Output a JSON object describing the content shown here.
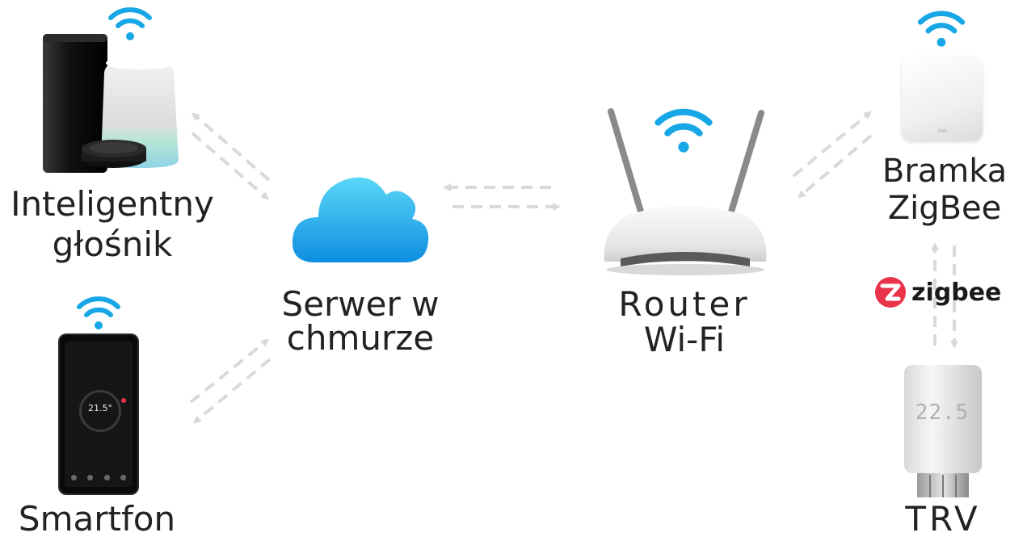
{
  "colors": {
    "wifi": "#18a7e6",
    "cloud_top": "#5ad6f7",
    "cloud_bottom": "#0e8ee0",
    "arrow": "#d9d9d9",
    "text": "#222222",
    "zigbee_brand": "#e8334a"
  },
  "nodes": {
    "speaker": {
      "line1": "Inteligentny",
      "line2": "głośnik"
    },
    "smartphone": {
      "line1": "Smartfon",
      "screen_temp": "21.5°"
    },
    "cloud": {
      "line1": "Serwer w",
      "line2": "chmurze"
    },
    "router": {
      "line1": "Router",
      "line2": "Wi-Fi"
    },
    "gateway": {
      "line1": "Bramka",
      "line2": "ZigBee"
    },
    "trv": {
      "line1": "TRV",
      "display": "22.5"
    }
  },
  "zigbee_logo": {
    "text": "zigbee",
    "icon": "zigbee-z-icon"
  },
  "icons": [
    "wifi-icon",
    "cloud-icon",
    "speaker-icon",
    "smartphone-icon",
    "router-icon",
    "gateway-icon",
    "trv-icon"
  ]
}
